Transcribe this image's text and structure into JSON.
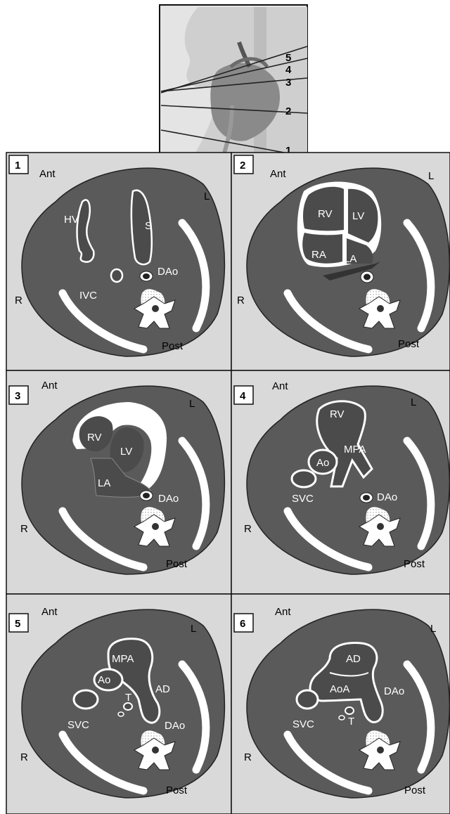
{
  "colors": {
    "panel_bg": "#d9d9d9",
    "tissue": "#5a5a5a",
    "cavity": "#4b4b4b",
    "bone": "#ffffff",
    "outline": "#222222"
  },
  "inset": {
    "line_labels": [
      "5",
      "4",
      "3",
      "2",
      "1"
    ]
  },
  "panels": [
    {
      "number": "1",
      "orientation": {
        "ant": "Ant",
        "left": "L",
        "right": "R",
        "post": "Post"
      },
      "labels": [
        "HV",
        "S",
        "DAo",
        "IVC"
      ]
    },
    {
      "number": "2",
      "orientation": {
        "ant": "Ant",
        "left": "L",
        "right": "R",
        "post": "Post"
      },
      "labels": [
        "RV",
        "LV",
        "RA",
        "LA"
      ]
    },
    {
      "number": "3",
      "orientation": {
        "ant": "Ant",
        "left": "L",
        "right": "R",
        "post": "Post"
      },
      "labels": [
        "RV",
        "LV",
        "LA",
        "DAo"
      ]
    },
    {
      "number": "4",
      "orientation": {
        "ant": "Ant",
        "left": "L",
        "right": "R",
        "post": "Post"
      },
      "labels": [
        "RV",
        "MPA",
        "Ao",
        "SVC",
        "DAo"
      ]
    },
    {
      "number": "5",
      "orientation": {
        "ant": "Ant",
        "left": "L",
        "right": "R",
        "post": "Post"
      },
      "labels": [
        "MPA",
        "Ao",
        "AD",
        "T",
        "SVC",
        "DAo"
      ]
    },
    {
      "number": "6",
      "orientation": {
        "ant": "Ant",
        "left": "L",
        "right": "R",
        "post": "Post"
      },
      "labels": [
        "AD",
        "AoA",
        "DAo",
        "SVC",
        "T"
      ]
    }
  ]
}
